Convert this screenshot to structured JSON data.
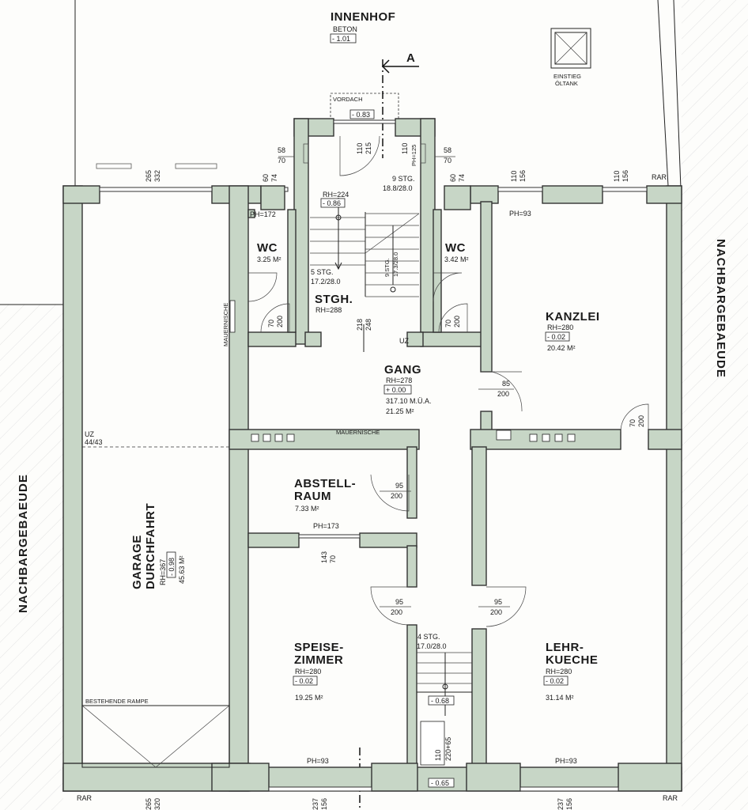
{
  "colors": {
    "wall": "#c7d6c6",
    "paper": "#fdfdfb",
    "ink": "#1a1a1a"
  },
  "outside": {
    "innenhof": "INNENHOF",
    "beton": "BETON",
    "innenhof_level": "- 1.01",
    "einstieg": "EINSTIEG",
    "oeltank": "ÖLTANK",
    "vordach": "VORDACH",
    "vordach_level": "- 0.83",
    "section_mark": "A",
    "neighbor_left": "NACHBARGEBAEUDE",
    "neighbor_right": "NACHBARGEBAEUDE",
    "rar_top": "RAR",
    "rar_bl": "RAR",
    "rar_br": "RAR"
  },
  "rooms": {
    "garage": {
      "line1": "GARAGE",
      "line2": "DURCHFAHRT",
      "rh": "RH=367",
      "level": "- 0.98",
      "area": "45.63 M²",
      "uz": "UZ",
      "uz_val": "44/43",
      "mauernische": "MAUERNISCHE",
      "rampe": "BESTEHENDE RAMPE"
    },
    "wc_left": {
      "name": "WC",
      "area": "3.25 M²",
      "ph": "PH=172"
    },
    "wc_right": {
      "name": "WC",
      "area": "3.42 M²"
    },
    "stgh": {
      "name": "STGH.",
      "rh": "RH=288",
      "rh_top": "RH=224",
      "level_top": "- 0.86",
      "stg5": "5 STG.",
      "stg5_dim": "17.2/28.0",
      "stg9a": "9 STG.",
      "stg9a_dim": "18.8/28.0",
      "stg9b": "9 STG.",
      "stg9b_dim": "17.3/28.0",
      "uz": "UZ"
    },
    "kanzlei": {
      "name": "KANZLEI",
      "rh": "RH=280",
      "level": "- 0.02",
      "area": "20.42 M²",
      "ph": "PH=93"
    },
    "gang": {
      "name": "GANG",
      "rh": "RH=278",
      "level": "+ 0.00",
      "moa": "317.10 M.Ü.A.",
      "area": "21.25 M²",
      "mauernische": "MAUERNISCHE"
    },
    "abstell": {
      "line1": "ABSTELL-",
      "line2": "RAUM",
      "area": "7.33 M²",
      "ph": "PH=173"
    },
    "speise": {
      "line1": "SPEISE-",
      "line2": "ZIMMER",
      "rh": "RH=280",
      "level": "- 0.02",
      "area": "19.25 M²",
      "ph": "PH=93"
    },
    "lehr": {
      "line1": "LEHR-",
      "line2": "KUECHE",
      "rh": "RH=280",
      "level": "- 0.02",
      "area": "31.14 M²",
      "ph": "PH=93"
    },
    "stair_lower": {
      "stg": "4 STG.",
      "dim": "17.0/28.0",
      "level_mid": "- 0.68",
      "level_bottom": "- 0.65"
    }
  },
  "dims": {
    "d58a": "58",
    "d70a": "70",
    "d58b": "58",
    "d70b": "70",
    "d60a": "60",
    "d74a": "74",
    "d60b": "60",
    "d74b": "74",
    "d110a": "110",
    "d156a": "156",
    "d110b": "110",
    "d156b": "156",
    "d110c": "110",
    "d215": "215",
    "d110d": "110",
    "dph125": "PH=125",
    "d265": "265",
    "d332": "332",
    "d70c": "70",
    "d200c": "200",
    "d70d": "70",
    "d200d": "200",
    "d218": "218",
    "d248": "248",
    "d85": "85",
    "d200e": "200",
    "d70e": "70",
    "d200f": "200",
    "d95a": "95",
    "d200g": "200",
    "d143": "143",
    "d70f": "70",
    "d95b": "95",
    "d200h": "200",
    "d95c": "95",
    "d200i": "200",
    "d110e": "110",
    "d220": "220+65",
    "d265b": "265",
    "d320": "320",
    "d237a": "237",
    "d156c": "156",
    "d237b": "237",
    "d156d": "156"
  }
}
